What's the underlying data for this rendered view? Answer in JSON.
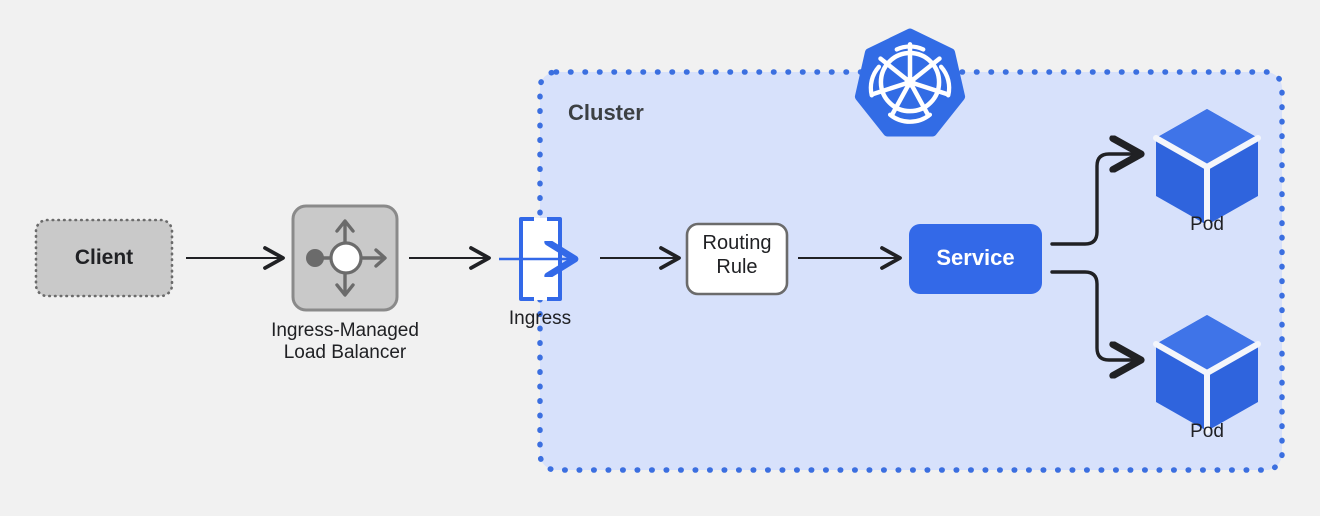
{
  "diagram": {
    "title_nodes": {
      "cluster_label": "Cluster"
    },
    "nodes": [
      {
        "id": "client",
        "label": "Client",
        "kind": "dashed-box"
      },
      {
        "id": "loadbalancer",
        "label": "Ingress-Managed\nLoad Balancer",
        "kind": "icon-gray-square"
      },
      {
        "id": "ingress",
        "label": "Ingress",
        "kind": "icon-gateway-arrow"
      },
      {
        "id": "routing_rule",
        "label": "Routing\nRule",
        "kind": "white-rounded-box"
      },
      {
        "id": "service",
        "label": "Service",
        "kind": "blue-rounded-box"
      },
      {
        "id": "pod_top",
        "label": "Pod",
        "kind": "icon-cube"
      },
      {
        "id": "pod_bottom",
        "label": "Pod",
        "kind": "icon-cube"
      }
    ],
    "icons": {
      "kubernetes": "kubernetes-wheel-icon",
      "load_balancer": "load-balancer-icon",
      "ingress": "ingress-gateway-icon",
      "pod": "pod-cube-icon"
    },
    "edges": [
      {
        "from": "client",
        "to": "loadbalancer",
        "style": "black-arrow"
      },
      {
        "from": "loadbalancer",
        "to": "ingress",
        "style": "black-arrow"
      },
      {
        "from": "ingress",
        "to": "routing_rule",
        "style": "black-arrow"
      },
      {
        "from": "routing_rule",
        "to": "service",
        "style": "black-arrow"
      },
      {
        "from": "service",
        "to": "pod_top",
        "style": "black-elbow-arrow"
      },
      {
        "from": "service",
        "to": "pod_bottom",
        "style": "black-elbow-arrow"
      }
    ],
    "colors": {
      "background": "#f1f1f1",
      "cluster_fill": "#d7e1fb",
      "cluster_border": "#3b6fe0",
      "brand_blue": "#3369e8",
      "kubernetes_blue": "#326ce5",
      "cube_top": "#3f74e8",
      "cube_side": "#2f64dd",
      "client_fill": "#c9c9c9",
      "client_border": "#6b6b6b",
      "lb_fill": "#c9c9c9",
      "lb_border": "#8a8a8a",
      "lb_icon": "#6b6b6b",
      "routing_fill": "#ffffff",
      "routing_border": "#6b6b6b",
      "arrow": "#202124",
      "text": "#202124"
    }
  }
}
